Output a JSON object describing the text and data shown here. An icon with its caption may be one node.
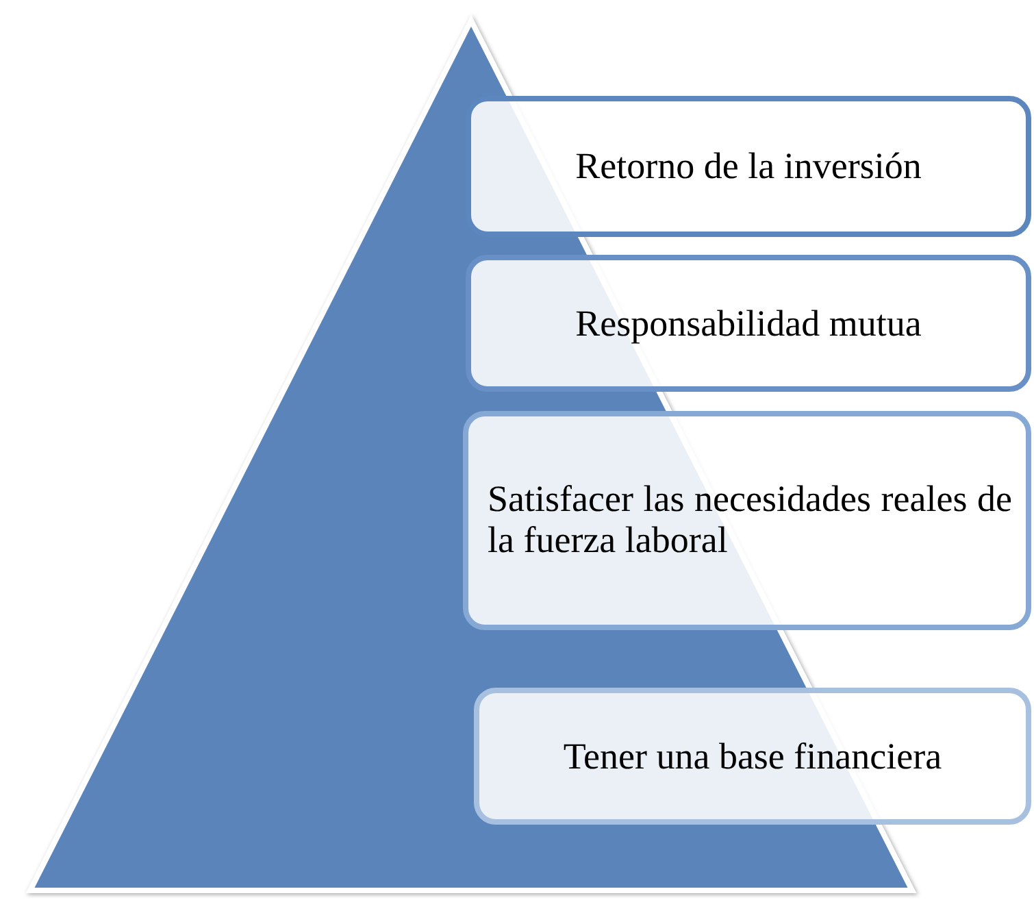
{
  "diagram": {
    "nodes": [
      {
        "text": [],
        "shape": "triangle"
      },
      {
        "text": [
          "Retorno de la inversión"
        ]
      },
      {
        "text": [
          "Responsabilidad mutua"
        ]
      },
      {
        "text": [
          "Satisfacer las necesidades reales de la fuerza laboral"
        ]
      },
      {
        "text": [
          "Tener una base financiera"
        ]
      }
    ]
  }
}
